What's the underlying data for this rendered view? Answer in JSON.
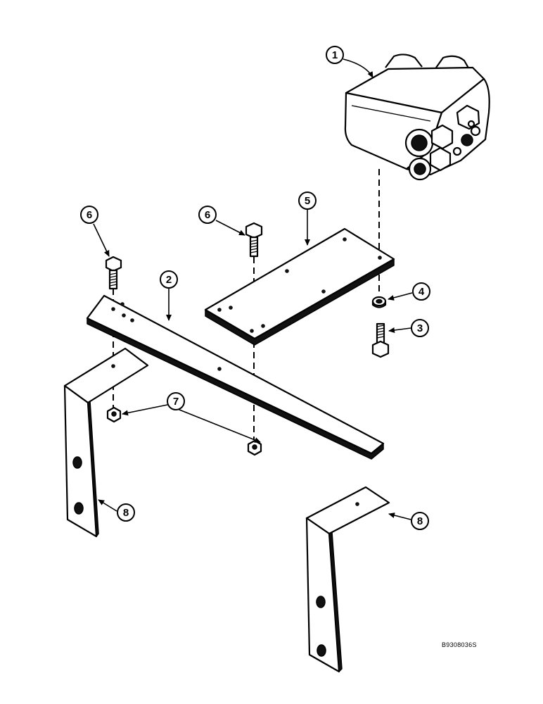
{
  "callouts": {
    "c1": "1",
    "c2": "2",
    "c3": "3",
    "c4": "4",
    "c5": "5",
    "c6a": "6",
    "c6b": "6",
    "c7": "7",
    "c8a": "8",
    "c8b": "8"
  },
  "reference_code": "B9308036S"
}
